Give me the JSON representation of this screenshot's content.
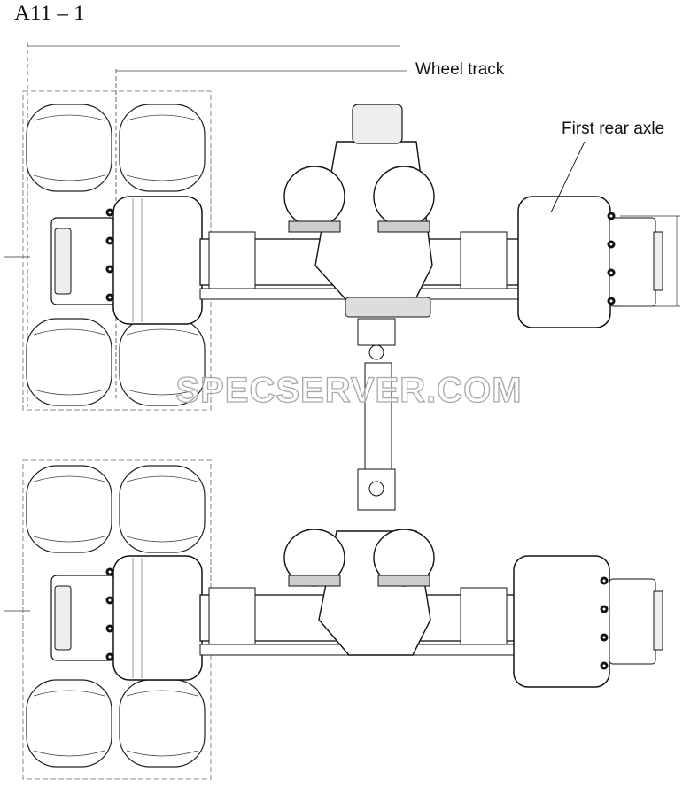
{
  "figure_id": "A11 – 1",
  "labels": {
    "wheel_track": "Wheel track",
    "first_rear_axle": "First rear axle"
  },
  "watermark": "SPECSERVER.COM"
}
